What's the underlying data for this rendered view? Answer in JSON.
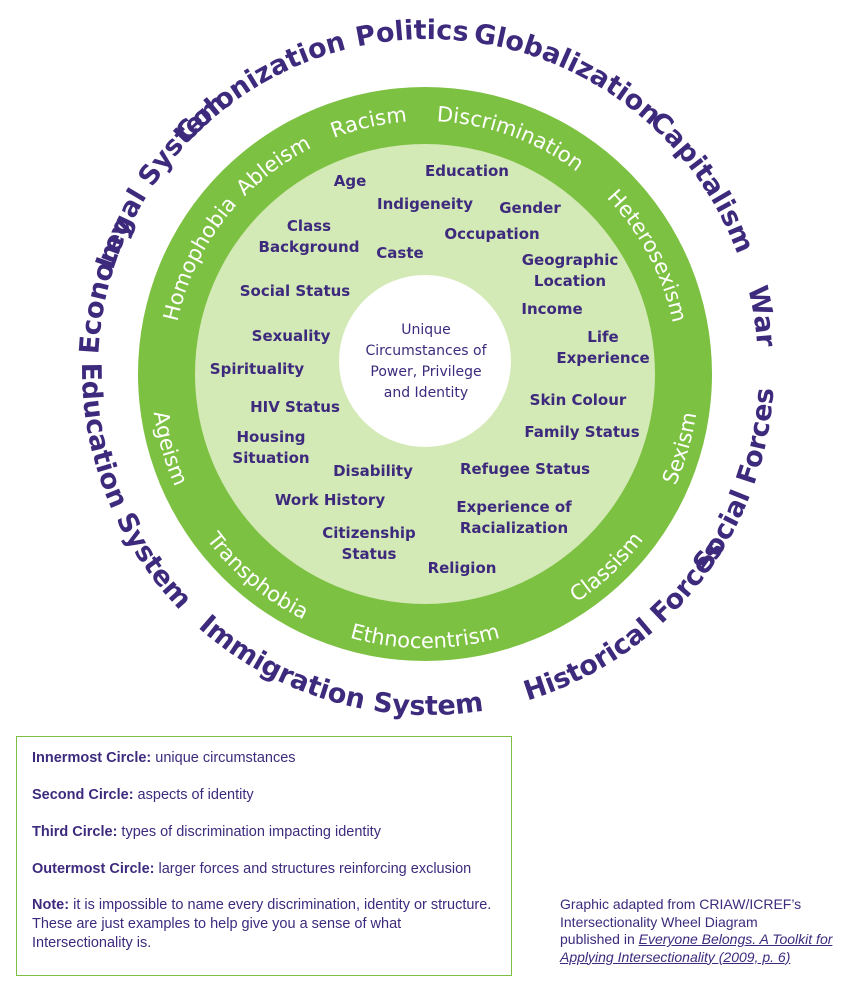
{
  "center": {
    "lines": [
      "Unique",
      "Circumstances of",
      "Power, Privilege",
      "and Identity"
    ]
  },
  "outer_forces": [
    "Politics",
    "Globalization",
    "Capitalism",
    "War",
    "Social Forces",
    "Historical Forces",
    "Immigration System",
    "Education System",
    "Economy",
    "Legal System",
    "Colonization"
  ],
  "discrimination_types": [
    "Racism",
    "Discrimination",
    "Heterosexism",
    "Sexism",
    "Classism",
    "Ethnocentrism",
    "Transphobia",
    "Ageism",
    "Homophobia",
    "Ableism"
  ],
  "identity_aspects": [
    [
      "Education"
    ],
    [
      "Age"
    ],
    [
      "Indigeneity"
    ],
    [
      "Gender"
    ],
    [
      "Class",
      "Background"
    ],
    [
      "Caste"
    ],
    [
      "Occupation"
    ],
    [
      "Geographic",
      "Location"
    ],
    [
      "Social Status"
    ],
    [
      "Income"
    ],
    [
      "Sexuality"
    ],
    [
      "Life",
      "Experience"
    ],
    [
      "Spirituality"
    ],
    [
      "Skin Colour"
    ],
    [
      "HIV Status"
    ],
    [
      "Family Status"
    ],
    [
      "Housing",
      "Situation"
    ],
    [
      "Disability"
    ],
    [
      "Refugee Status"
    ],
    [
      "Work History"
    ],
    [
      "Experience of",
      "Racialization"
    ],
    [
      "Citizenship",
      "Status"
    ],
    [
      "Religion"
    ]
  ],
  "legend": {
    "items": [
      {
        "term": "Innermost Circle:",
        "text": " unique circumstances"
      },
      {
        "term": "Second Circle:",
        "text": " aspects of identity"
      },
      {
        "term": "Third Circle:",
        "text": " types of discrimination impacting identity"
      },
      {
        "term": "Outermost Circle:",
        "text": " larger forces and structures reinforcing exclusion"
      },
      {
        "term": "Note:",
        "text": " it is impossible to name every discrimination, identity or structure.  These are just examples to help give you a sense of what Intersectionality is."
      }
    ]
  },
  "credit": {
    "line1": "Graphic adapted from CRIAW/ICREF’s",
    "line2": "Intersectionality Wheel Diagram",
    "line3": "published in ",
    "publication": "Everyone Belongs. A Toolkit for Applying Intersectionality (2009, p. 6)"
  },
  "colors": {
    "dark_green": "#7dc142",
    "light_green": "#d3e9b6",
    "purple": "#3d2a7d",
    "border_green": "#7dc142"
  }
}
